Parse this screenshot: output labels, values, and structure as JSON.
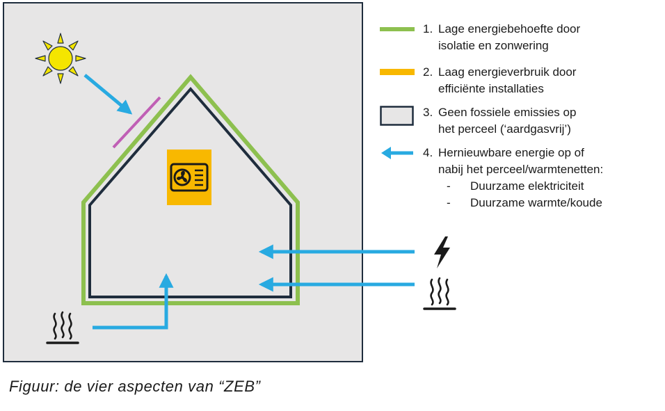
{
  "legend": [
    {
      "number": "1.",
      "lines": [
        "Lage energiebehoefte door",
        "isolatie en zonwering"
      ],
      "swatch": "green-line"
    },
    {
      "number": "2.",
      "lines": [
        "Laag energieverbruik door",
        "efficiënte installaties"
      ],
      "swatch": "orange-line"
    },
    {
      "number": "3.",
      "lines": [
        "Geen fossiele emissies op",
        "het perceel  (‘aardgasvrij’)"
      ],
      "swatch": "grey-box"
    },
    {
      "number": "4.",
      "lines": [
        "Hernieuwbare energie op of",
        "nabij het perceel/warmtenetten:"
      ],
      "swatch": "blue-arrow"
    }
  ],
  "sublist": [
    {
      "dash": "-",
      "text": "Duurzame elektriciteit"
    },
    {
      "dash": "-",
      "text": "Duurzame warmte/koude"
    }
  ],
  "caption": "Figuur: de vier aspecten van “ZEB”",
  "colors": {
    "green": "#8dc04f",
    "orange": "#f8b800",
    "grey_fill": "#e7e6e6",
    "dark": "#1f2d3d",
    "blue": "#28aae1",
    "purple": "#c05fb5",
    "sun": "#f4e500"
  },
  "icons": [
    "sun-icon",
    "solar-panel",
    "heat-pump-icon",
    "lightning-icon",
    "heat-icon",
    "ground-heat-icon"
  ]
}
